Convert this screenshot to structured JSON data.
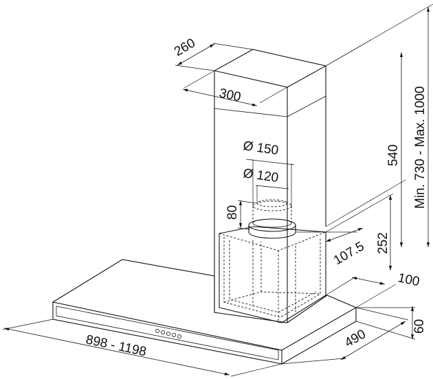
{
  "dimensions": {
    "chimney_depth": "260",
    "chimney_width": "300",
    "outlet_outer": "Ø 150",
    "outlet_inner": "Ø 120",
    "collar_height": "80",
    "chimney_height": "540",
    "total_height": "Min. 730 - Max. 1000",
    "body_height": "252",
    "outlet_offset": "107.5",
    "wall_offset": "100",
    "hood_depth": "490",
    "canopy_thickness": "60",
    "hood_width": "898 - 1198"
  }
}
